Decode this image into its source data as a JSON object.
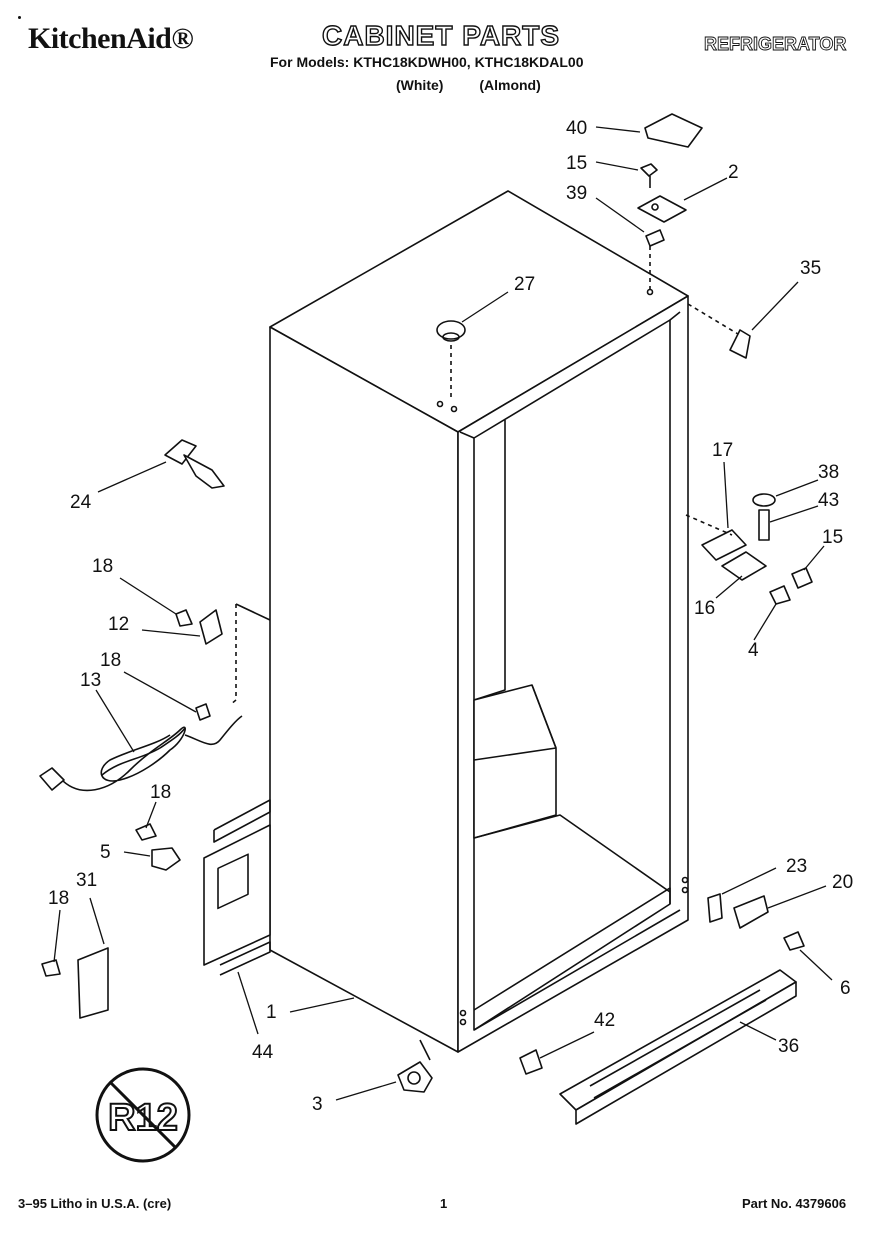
{
  "header": {
    "brand": "KitchenAid®",
    "title": "CABINET PARTS",
    "doc_type": "REFRIGERATOR",
    "models": "For Models: KTHC18KDWH00, KTHC18KDAL00",
    "variants": [
      "(White)",
      "(Almond)"
    ]
  },
  "callouts": [
    "40",
    "15",
    "2",
    "39",
    "35",
    "27",
    "24",
    "17",
    "38",
    "43",
    "15",
    "16",
    "4",
    "18",
    "12",
    "18",
    "13",
    "18",
    "5",
    "18",
    "31",
    "23",
    "20",
    "6",
    "1",
    "44",
    "42",
    "36",
    "3"
  ],
  "badge": {
    "text": "R12"
  },
  "footer": {
    "left": "3–95 Litho in U.S.A. (cre)",
    "page": "1",
    "part_no": "Part No. 4379606"
  }
}
